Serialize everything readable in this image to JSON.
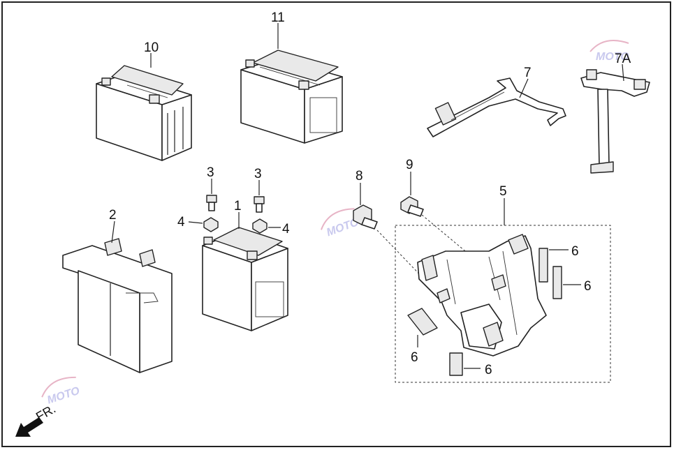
{
  "callouts": {
    "c1": "1",
    "c2": "2",
    "c3a": "3",
    "c3b": "3",
    "c4a": "4",
    "c4b": "4",
    "c5": "5",
    "c6a": "6",
    "c6b": "6",
    "c6c": "6",
    "c6d": "6",
    "c7": "7",
    "c7a": "7A",
    "c8": "8",
    "c9": "9",
    "c10": "10",
    "c11": "11"
  },
  "direction_label": "FR.",
  "watermark": {
    "text": "MOTO",
    "color": "#c9c9ee"
  }
}
